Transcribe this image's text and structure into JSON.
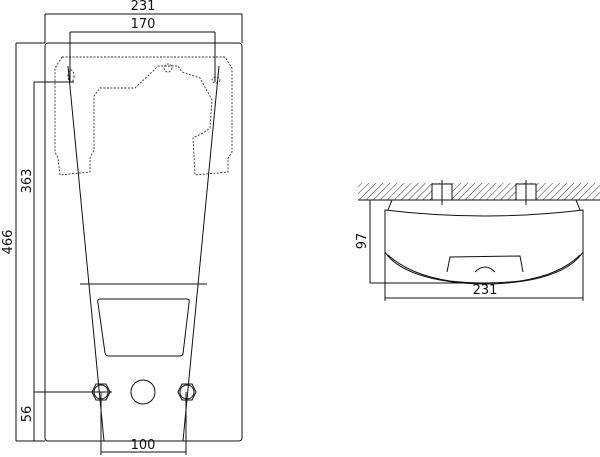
{
  "front_view": {
    "dim_width_total": "231",
    "dim_width_mounting": "170",
    "dim_height_total": "466",
    "dim_height_mounting": "363",
    "dim_height_connections": "56",
    "dim_connection_spacing": "100"
  },
  "side_view": {
    "dim_depth": "97",
    "dim_width": "231"
  }
}
